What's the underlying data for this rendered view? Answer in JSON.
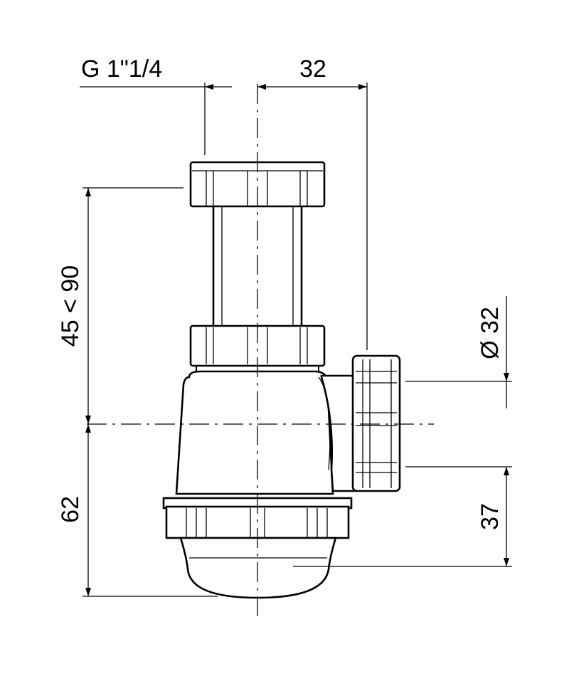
{
  "dimensions": {
    "thread": "G 1\"1/4",
    "offset": "32",
    "height_range": "45 < 90",
    "lower_height": "62",
    "outlet_diameter": "Ø 32",
    "outlet_height": "37"
  },
  "colors": {
    "line": "#000000",
    "background": "#ffffff"
  }
}
